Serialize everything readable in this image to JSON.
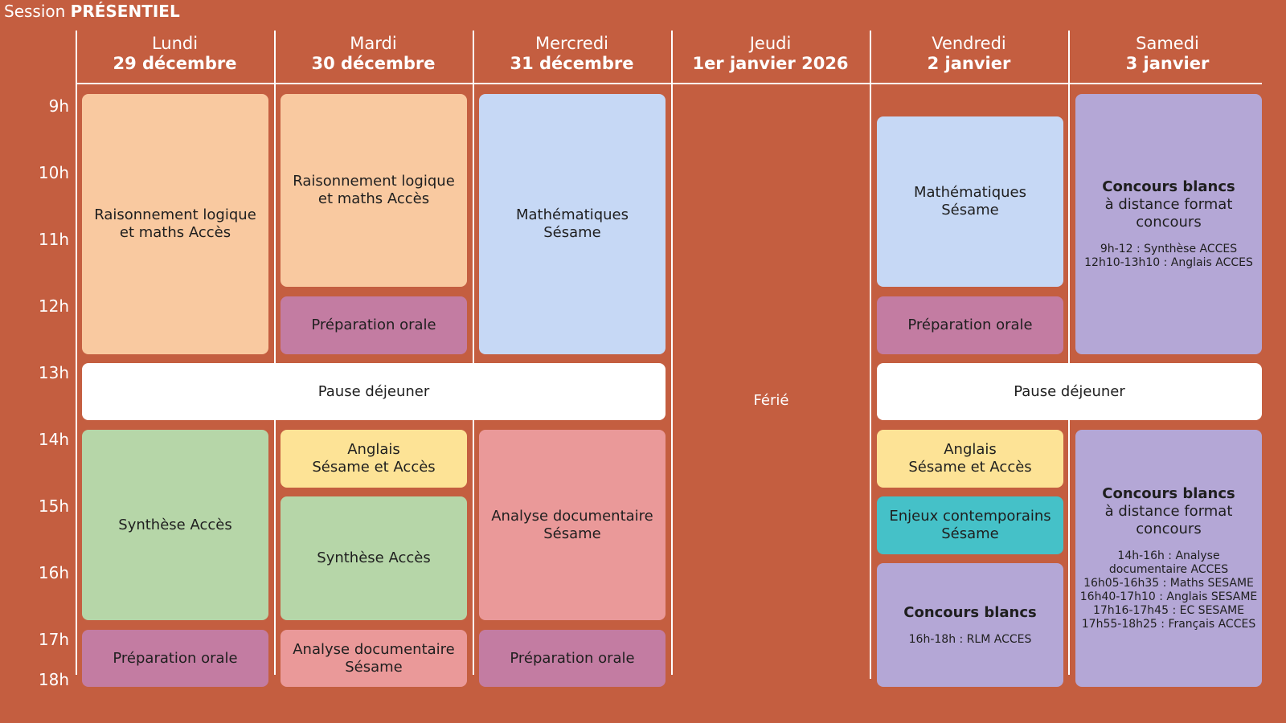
{
  "session": {
    "prefix": "Session ",
    "mode": "PRÉSENTIEL"
  },
  "days": [
    {
      "name": "Lundi",
      "date": "29 décembre"
    },
    {
      "name": "Mardi",
      "date": "30 décembre"
    },
    {
      "name": "Mercredi",
      "date": "31 décembre"
    },
    {
      "name": "Jeudi",
      "date": "1er janvier 2026"
    },
    {
      "name": "Vendredi",
      "date": "2 janvier"
    },
    {
      "name": "Samedi",
      "date": "3 janvier"
    }
  ],
  "hours": [
    "9h",
    "10h",
    "11h",
    "12h",
    "13h",
    "14h",
    "15h",
    "16h",
    "17h",
    "18h"
  ],
  "blocks": {
    "mon_rlm": {
      "l1": "Raisonnement logique",
      "l2": "et maths Accès"
    },
    "mon_synth": {
      "l1": "Synthèse Accès"
    },
    "mon_oral": {
      "l1": "Préparation orale"
    },
    "tue_rlm": {
      "l1": "Raisonnement logique",
      "l2": "et maths Accès"
    },
    "tue_oral": {
      "l1": "Préparation orale"
    },
    "tue_anglais": {
      "l1": "Anglais",
      "l2": "Sésame et Accès"
    },
    "tue_synth": {
      "l1": "Synthèse Accès"
    },
    "tue_analyse": {
      "l1": "Analyse documentaire",
      "l2": "Sésame"
    },
    "wed_maths": {
      "l1": "Mathématiques",
      "l2": "Sésame"
    },
    "wed_analyse": {
      "l1": "Analyse documentaire",
      "l2": "Sésame"
    },
    "wed_oral": {
      "l1": "Préparation orale"
    },
    "pause_left": {
      "l1": "Pause déjeuner"
    },
    "thu_ferie": {
      "l1": "Férié"
    },
    "fri_maths": {
      "l1": "Mathématiques",
      "l2": "Sésame"
    },
    "fri_oral": {
      "l1": "Préparation orale"
    },
    "pause_right": {
      "l1": "Pause déjeuner"
    },
    "fri_anglais": {
      "l1": "Anglais",
      "l2": "Sésame et Accès"
    },
    "fri_enjeux": {
      "l1": "Enjeux contemporains",
      "l2": "Sésame"
    },
    "fri_concours": {
      "title": "Concours blancs",
      "details": [
        "16h-18h : RLM ACCES"
      ]
    },
    "sat_concours_am": {
      "title": "Concours blancs",
      "l2": "à distance format",
      "l3": "concours",
      "details": [
        "9h-12 : Synthèse ACCES",
        "12h10-13h10 : Anglais ACCES"
      ]
    },
    "sat_concours_pm": {
      "title": "Concours blancs",
      "l2": "à distance format",
      "l3": "concours",
      "details": [
        "14h-16h : Analyse",
        "documentaire ACCES",
        "16h05-16h35 : Maths SESAME",
        "16h40-17h10 : Anglais SESAME",
        "17h16-17h45 : EC SESAME",
        "17h55-18h25 : Français ACCES"
      ]
    }
  },
  "colors": {
    "background": "#c45e40",
    "peach": "#f9c9a0",
    "blue": "#c6d8f5",
    "mauve": "#c37ca2",
    "green": "#b6d6a8",
    "yellow": "#fde396",
    "pink": "#ea9999",
    "lavender": "#b4a7d6",
    "teal": "#45c1c8"
  }
}
